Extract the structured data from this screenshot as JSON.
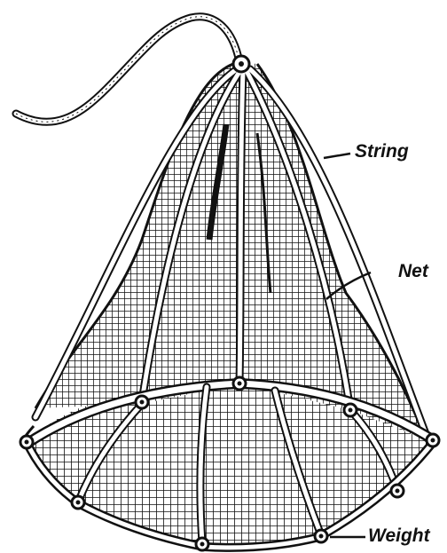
{
  "labels": {
    "string": "String",
    "net": "Net",
    "weight": "Weight"
  },
  "colors": {
    "ink": "#111111",
    "background": "#ffffff"
  }
}
